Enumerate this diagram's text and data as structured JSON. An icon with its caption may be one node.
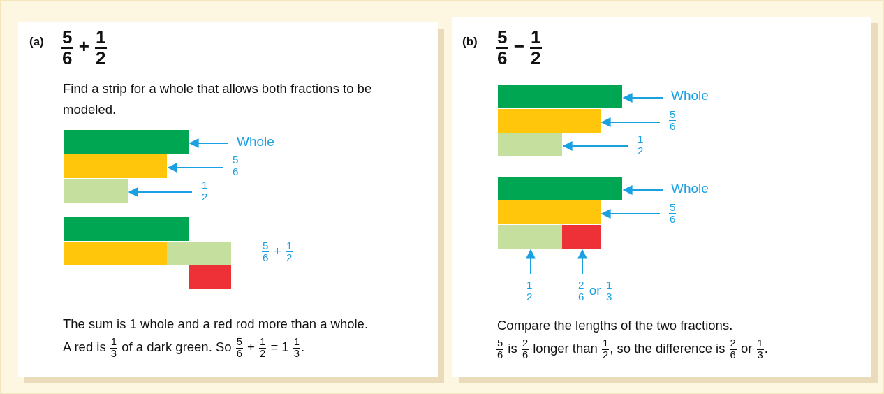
{
  "diagram": {
    "nodes": [
      {
        "text": [
          "(a)",
          "5/6 + 1/2",
          "Find a strip for a whole that allows both fractions to be modeled.",
          "5/6 + 1/2",
          "The sum is 1 whole and a red rod more than a whole.",
          "A red is 1/3 of a dark green. So 5/6 + 1/2 = 1 1/3."
        ]
      },
      {
        "text": [],
        "shape": "bar",
        "in": 0
      },
      {
        "text": [],
        "shape": "bar",
        "in": 0
      },
      {
        "text": [],
        "shape": "bar",
        "in": 0
      },
      {
        "text": [
          "Whole"
        ],
        "in": 0
      },
      {
        "text": [
          "5/6"
        ],
        "in": 0
      },
      {
        "text": [
          "1/2"
        ],
        "in": 0
      },
      {
        "text": [],
        "shape": "bar",
        "in": 0
      },
      {
        "text": [],
        "shape": "bar",
        "in": 0
      },
      {
        "text": [],
        "shape": "bar",
        "in": 0
      },
      {
        "text": [],
        "shape": "bar",
        "in": 0
      },
      {
        "text": [
          "(b)",
          "5/6 − 1/2",
          "Compare the lengths of the two fractions.",
          "5/6 is 2/6 longer than 1/2, so the difference is 2/6 or 1/3."
        ]
      },
      {
        "text": [],
        "shape": "bar",
        "in": 11
      },
      {
        "text": [],
        "shape": "bar",
        "in": 11
      },
      {
        "text": [],
        "shape": "bar",
        "in": 11
      },
      {
        "text": [
          "Whole"
        ],
        "in": 11
      },
      {
        "text": [
          "5/6"
        ],
        "in": 11
      },
      {
        "text": [
          "1/2"
        ],
        "in": 11
      },
      {
        "text": [],
        "shape": "bar",
        "in": 11
      },
      {
        "text": [],
        "shape": "bar",
        "in": 11
      },
      {
        "text": [],
        "shape": "bar",
        "in": 11
      },
      {
        "text": [],
        "shape": "bar",
        "in": 11
      },
      {
        "text": [
          "Whole"
        ],
        "in": 11
      },
      {
        "text": [
          "5/6"
        ],
        "in": 11
      },
      {
        "text": [
          "1/2"
        ],
        "in": 11
      },
      {
        "text": [
          "2/6 or 1/3"
        ],
        "in": 11
      }
    ],
    "edges": [
      {
        "from": 4,
        "to": 1,
        "arrow": "to"
      },
      {
        "from": 5,
        "to": 2,
        "arrow": "to"
      },
      {
        "from": 6,
        "to": 3,
        "arrow": "to"
      },
      {
        "from": 15,
        "to": 12,
        "arrow": "to"
      },
      {
        "from": 16,
        "to": 13,
        "arrow": "to"
      },
      {
        "from": 17,
        "to": 14,
        "arrow": "to"
      },
      {
        "from": 22,
        "to": 18,
        "arrow": "to"
      },
      {
        "from": 23,
        "to": 19,
        "arrow": "to"
      },
      {
        "from": 24,
        "to": 20,
        "arrow": "to"
      },
      {
        "from": 25,
        "to": 21,
        "arrow": "to"
      }
    ]
  }
}
